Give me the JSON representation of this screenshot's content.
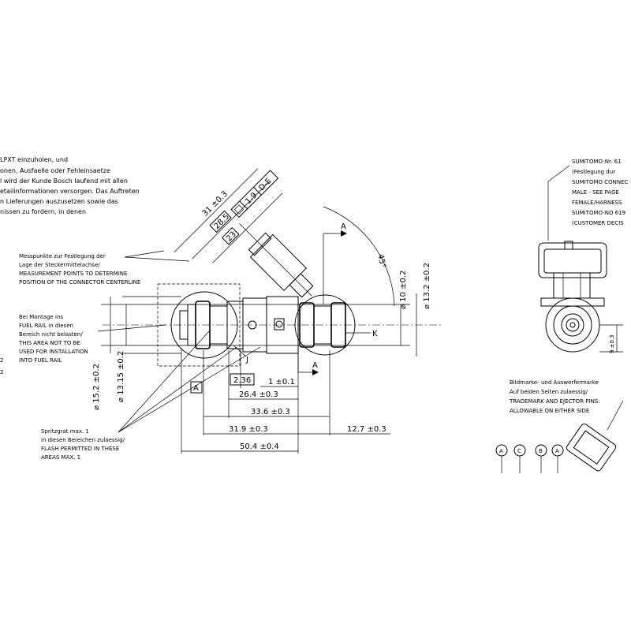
{
  "notes": {
    "top_left": [
      "LPXT einzuholen, und",
      "onen, Ausfaelle oder Fehleinsaetze",
      "l wird der Kunde Bosch laufend mit allen",
      "etailinformationen versorgen. Das Auftreten",
      "n Lieferungen auszusetzen sowie das",
      "nissen zu fordern, in denen"
    ],
    "messpunkte": [
      "Messpunkte zur Festlegung der",
      "Lage der Steckermittelachse/",
      "MEASUREMENT POINTS TO DETERMINE",
      "POSITION OF THE CONNECTOR CENTERLINE"
    ],
    "montage": [
      "Bei Montage ins",
      "FUEL RAIL in diesen",
      "Bereich nicht belasten/",
      "THIS AREA NOT TO BE",
      "USED FOR INSTALLATION",
      "INTO FUEL RAIL"
    ],
    "spritzgrat": [
      "Spritzgrat max. 1",
      "in diesen Bereichen zulaessig/",
      "FLASH PERMITTED IN THESE",
      "AREAS MAX. 1"
    ],
    "top_right": [
      "SUMITOMO-Nr. 61",
      "(Festlegung dur",
      "SUMITOMO CONNEC",
      "MALE - SEE PAGE",
      "FEMALE/HARNESS",
      "SUMITOMO-NO 619",
      "(CUSTOMER DECIS"
    ],
    "bildmarke": [
      "Bildmarke- und Auswerfermarke",
      "Auf beiden Seiten zulaessig/",
      "TRADEMARK AND EJECTOR PINS:",
      "ALLOWABLE ON EITHER SIDE"
    ]
  },
  "dimensions": {
    "d31": "31 ±0.3",
    "d28_5": "28.5",
    "d23": "23",
    "angle45": "45°",
    "d10": "⌀ 10 ±0.2",
    "d13_2": "⌀ 13.2 ±0.2",
    "d15_2": "⌀ 15.2 ±0.2",
    "d13_15": "⌀ 13.15 ±0.2",
    "d2_36": "2.36",
    "d1": "1 ±0.1",
    "d26_4": "26.4 ±0.3",
    "d33_6": "33.6 ±0.3",
    "d31_9": "31.9 ±0.3",
    "d12_7": "12.7 ±0.3",
    "d50_4": "50.4 ±0.4",
    "d9": "9 ±0.3",
    "tol_frame": "1.9",
    "tol_ref": "D-E",
    "side_left": "2",
    "side_left2": "2"
  },
  "labels": {
    "A_top": "A",
    "A_bottom": "A",
    "K": "K",
    "J": "J",
    "A_box": "A"
  },
  "circled": [
    "A",
    "C",
    "B",
    "A"
  ]
}
